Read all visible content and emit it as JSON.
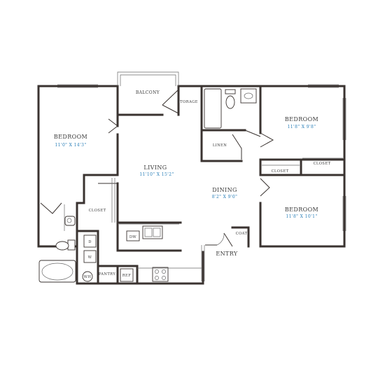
{
  "rooms": {
    "balcony": {
      "name": "BALCONY"
    },
    "storage": {
      "name": "STORAGE"
    },
    "bedroom_left": {
      "name": "BEDROOM",
      "dim": "11'0\" X 14'3\""
    },
    "bedroom_top_right": {
      "name": "BEDROOM",
      "dim": "11'8\" X 9'8\""
    },
    "bedroom_bottom_right": {
      "name": "BEDROOM",
      "dim": "11'8\" X 10'1\""
    },
    "living": {
      "name": "LIVING",
      "dim": "11'10\" X 15'2\""
    },
    "dining": {
      "name": "DINING",
      "dim": "8'2\" X 9'0\""
    },
    "linen": {
      "name": "LINEN"
    },
    "closet_left": {
      "name": "CLOSET"
    },
    "closet_mid": {
      "name": "CLOSET"
    },
    "closet_right": {
      "name": "CLOSET"
    },
    "coat": {
      "name": "COAT"
    },
    "pantry": {
      "name": "PANTRY"
    },
    "entry": {
      "name": "ENTRY"
    }
  },
  "fixtures": {
    "dw": "DW",
    "ref": "REF",
    "dryer": "D",
    "washer": "W",
    "water_heater": "WH"
  }
}
